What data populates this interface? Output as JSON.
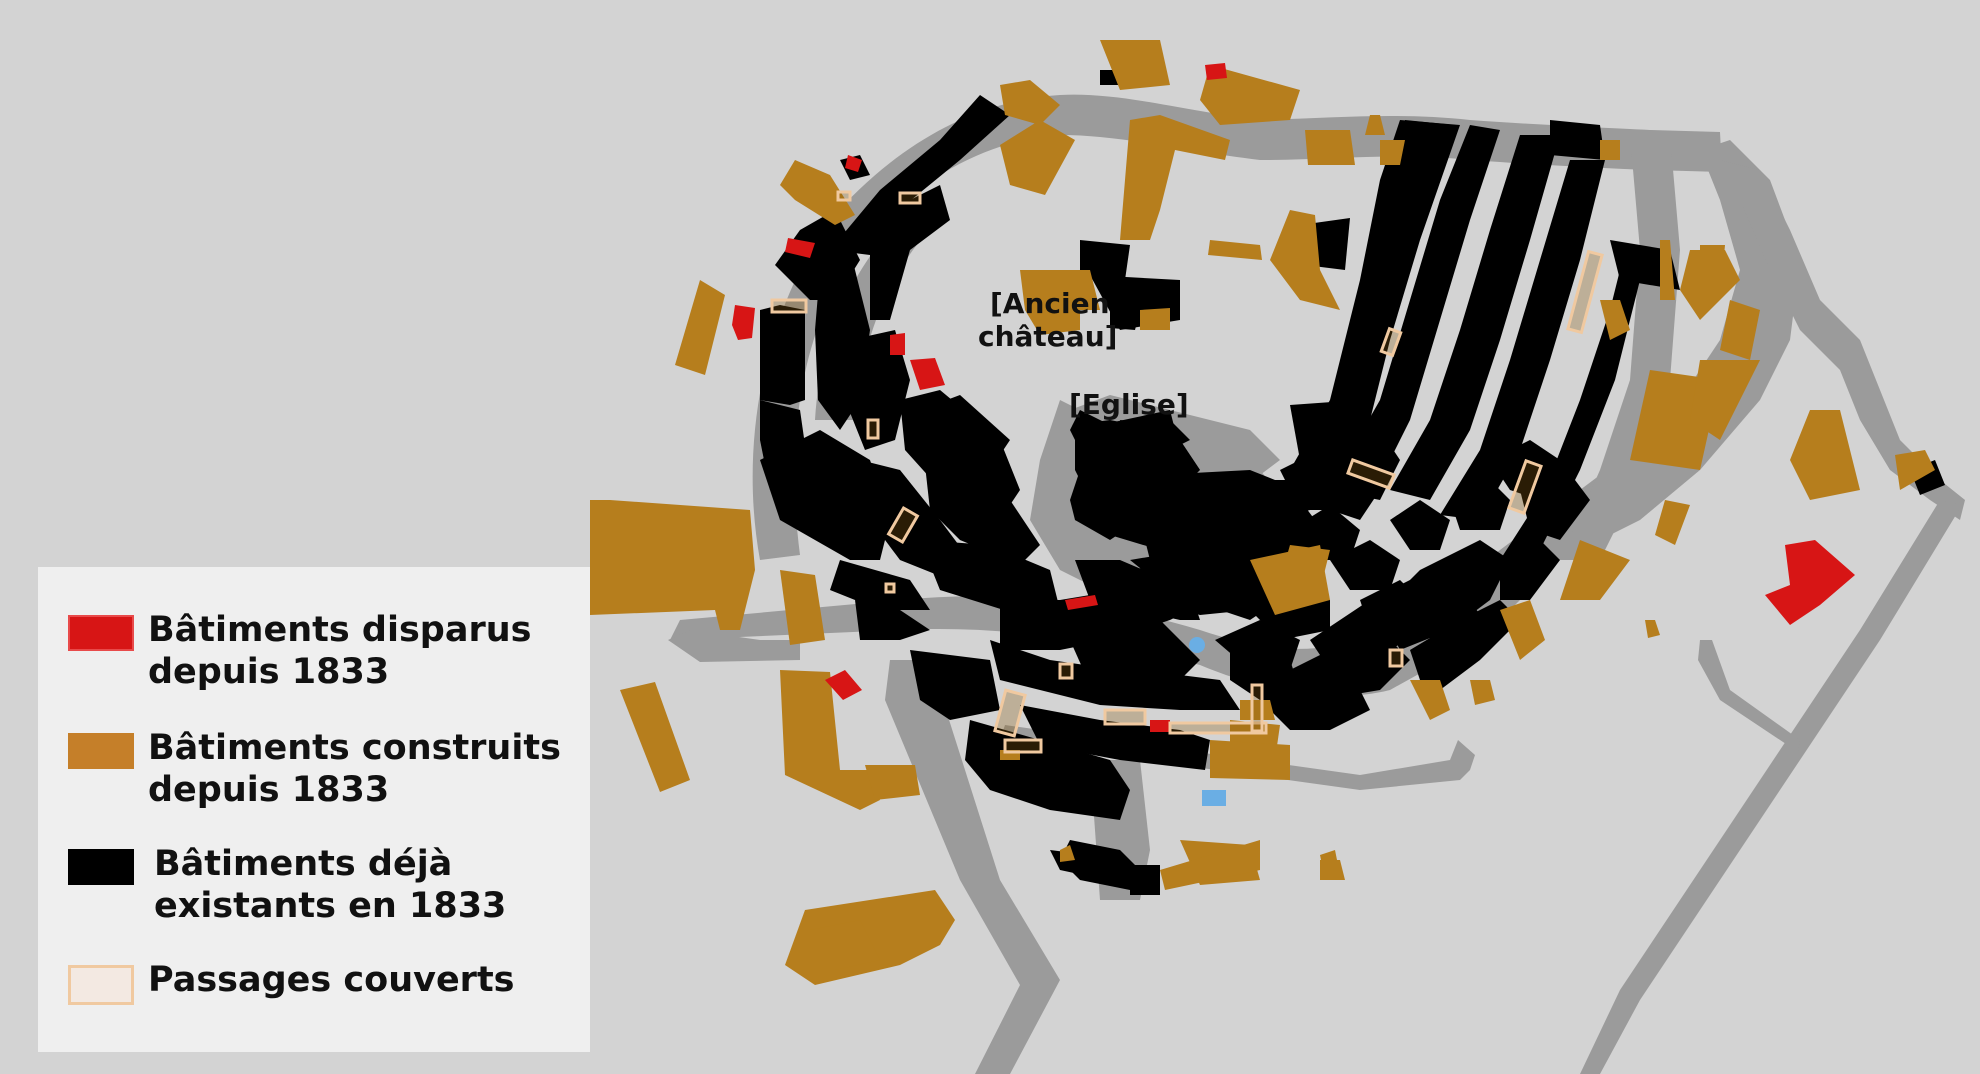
{
  "colors": {
    "background": "#d3d3d3",
    "road": "#9b9b9b",
    "disappeared": "#d71515",
    "built": "#b67e1d",
    "existing": "#000000",
    "passage_fill": "#f3e9e2",
    "passage_border": "#f0c9a0",
    "water": "#6aaee4",
    "legend_bg": "#efefef"
  },
  "map_labels": {
    "chateau_line1": "[Ancien",
    "chateau_line2": "château]",
    "eglise": "[Eglise]"
  },
  "legend": {
    "disappeared_line1": "Bâtiments disparus",
    "disappeared_line2": "depuis 1833",
    "built_line1": "Bâtiments construits",
    "built_line2": "depuis 1833",
    "existing_line1": "Bâtiments déjà",
    "existing_line2": "existants en 1833",
    "passages": "Passages couverts"
  }
}
